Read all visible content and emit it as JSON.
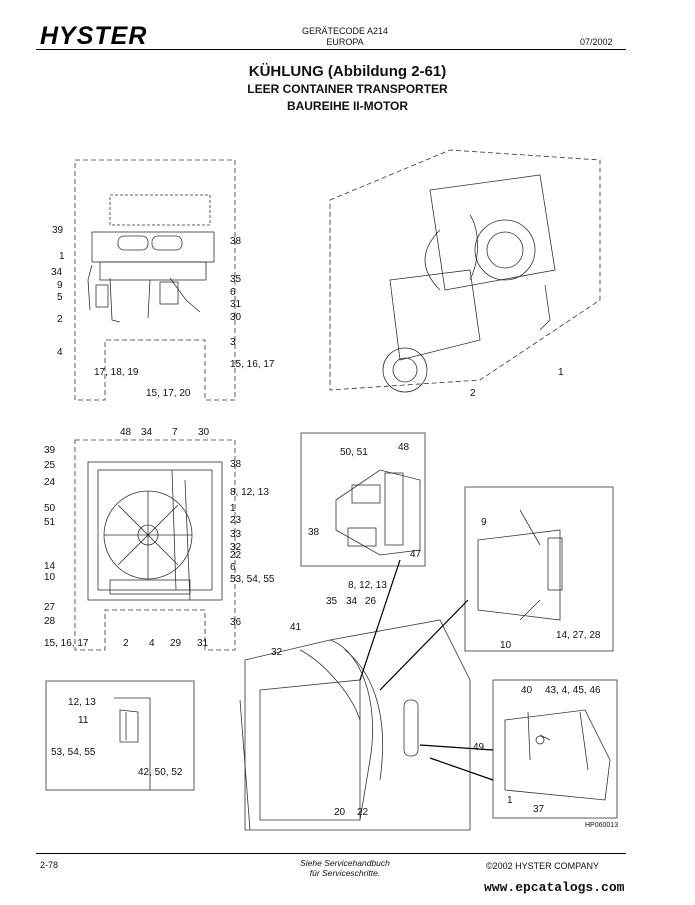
{
  "header": {
    "brand": "HYSTER",
    "code_line1": "GERÄTECODE A214",
    "code_line2": "EUROPA",
    "date": "07/2002"
  },
  "title": {
    "line1": "KÜHLUNG (Abbildung 2-61)",
    "line2": "LEER CONTAINER TRANSPORTER",
    "line3": "BAUREIHE II-MOTOR"
  },
  "callouts": {
    "top_left": [
      "39",
      "1",
      "34",
      "9",
      "5",
      "2",
      "4",
      "17, 18, 19",
      "15, 17, 20",
      "38",
      "35",
      "6",
      "31",
      "30",
      "3",
      "15, 16, 17"
    ],
    "top_right": [
      "1",
      "2"
    ],
    "mid_left": [
      "48",
      "34",
      "7",
      "30",
      "39",
      "25",
      "24",
      "50",
      "51",
      "38",
      "8, 12, 13",
      "1",
      "23",
      "33",
      "32",
      "22",
      "6",
      "53, 54, 55",
      "10",
      "14",
      "27",
      "28",
      "15, 16, 17",
      "2",
      "4",
      "29",
      "31",
      "36"
    ],
    "detail_a": [
      "50, 51",
      "48",
      "38",
      "47"
    ],
    "detail_b": [
      "9",
      "10",
      "14, 27, 28"
    ],
    "engine_side": [
      "8, 12, 13",
      "35",
      "34",
      "26",
      "41",
      "32",
      "20",
      "22",
      "49"
    ],
    "detail_c": [
      "12, 13",
      "11",
      "53, 54, 55",
      "42, 50, 52"
    ],
    "detail_d": [
      "40",
      "43, 4, 45, 46",
      "1",
      "37"
    ]
  },
  "drawing_ref": "HP060013",
  "footer": {
    "page": "2-78",
    "note_line1": "Siehe Servicehandbuch",
    "note_line2": "für Serviceschritte.",
    "copyright": "©2002 HYSTER COMPANY"
  },
  "watermark": "www.epcatalogs.com"
}
